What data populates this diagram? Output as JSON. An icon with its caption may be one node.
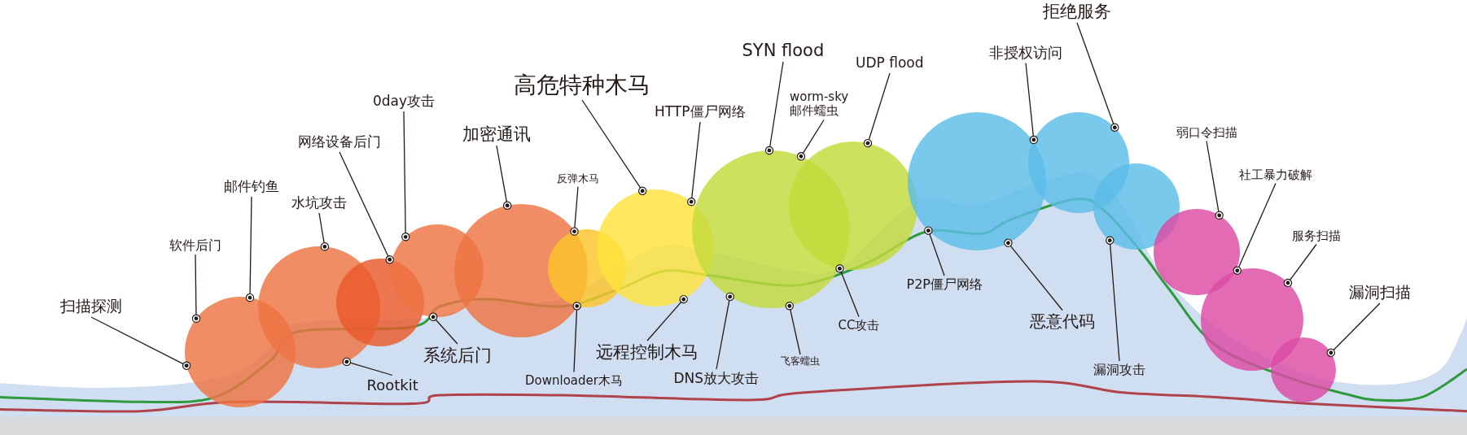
{
  "diagram": {
    "nodes": [
      {
        "text": [
          "扫描探测"
        ]
      },
      {
        "text": [
          "软件后门"
        ]
      },
      {
        "text": [
          "邮件钓鱼"
        ]
      },
      {
        "text": [
          "水坑攻击"
        ]
      },
      {
        "text": [
          "网络设备后门"
        ]
      },
      {
        "text": [
          "Rootkit"
        ]
      },
      {
        "text": [
          "0day攻击"
        ]
      },
      {
        "text": [
          "系统后门"
        ]
      },
      {
        "text": [
          "加密通讯"
        ]
      },
      {
        "text": [
          "反弹木马"
        ]
      },
      {
        "text": [
          "Downloader木马"
        ]
      },
      {
        "text": [
          "高危特种木马"
        ]
      },
      {
        "text": [
          "远程控制木马"
        ]
      },
      {
        "text": [
          "HTTP僵尸网络"
        ]
      },
      {
        "text": [
          "DNS放大攻击"
        ]
      },
      {
        "text": [
          "SYN flood"
        ]
      },
      {
        "text": [
          "worm-sky 邮件蠕虫"
        ]
      },
      {
        "text": [
          "飞客蠕虫"
        ]
      },
      {
        "text": [
          "UDP flood"
        ]
      },
      {
        "text": [
          "CC攻击"
        ]
      },
      {
        "text": [
          "P2P僵尸网络"
        ]
      },
      {
        "text": [
          "非授权访问"
        ]
      },
      {
        "text": [
          "拒绝服务"
        ]
      },
      {
        "text": [
          "恶意代码"
        ]
      },
      {
        "text": [
          "漏洞攻击"
        ]
      },
      {
        "text": [
          "弱口令扫描"
        ]
      },
      {
        "text": [
          "社工暴力破解"
        ]
      },
      {
        "text": [
          "服务扫描"
        ]
      },
      {
        "text": [
          "漏洞扫描"
        ]
      },
      {
        "text": [],
        "shape": "circle"
      },
      {
        "text": [],
        "shape": "circle"
      },
      {
        "text": [],
        "shape": "circle"
      },
      {
        "text": [],
        "shape": "circle"
      },
      {
        "text": [],
        "shape": "circle"
      },
      {
        "text": [],
        "shape": "circle"
      },
      {
        "text": [],
        "shape": "circle"
      },
      {
        "text": [],
        "shape": "circle"
      },
      {
        "text": [],
        "shape": "circle"
      },
      {
        "text": [],
        "shape": "circle"
      },
      {
        "text": [],
        "shape": "circle"
      },
      {
        "text": [],
        "shape": "circle"
      },
      {
        "text": [],
        "shape": "circle"
      },
      {
        "text": [],
        "shape": "circle"
      },
      {
        "text": [],
        "shape": "circle"
      }
    ],
    "edges": [
      {
        "from": 0,
        "to": 29,
        "arrow": "other"
      },
      {
        "from": 1,
        "to": 29,
        "arrow": "other"
      },
      {
        "from": 2,
        "to": 29,
        "arrow": "other"
      },
      {
        "from": 3,
        "to": 30,
        "arrow": "other"
      },
      {
        "from": 4,
        "to": 31,
        "arrow": "other"
      },
      {
        "from": 5,
        "to": 30,
        "arrow": "other"
      },
      {
        "from": 6,
        "to": 32,
        "arrow": "other"
      },
      {
        "from": 7,
        "to": 32,
        "arrow": "other"
      },
      {
        "from": 8,
        "to": 33,
        "arrow": "other"
      },
      {
        "from": 9,
        "to": 34,
        "arrow": "other"
      },
      {
        "from": 10,
        "to": 34,
        "arrow": "other"
      },
      {
        "from": 11,
        "to": 35,
        "arrow": "other"
      },
      {
        "from": 12,
        "to": 35,
        "arrow": "other"
      },
      {
        "from": 13,
        "to": 35,
        "arrow": "other"
      },
      {
        "from": 14,
        "to": 36,
        "arrow": "other"
      },
      {
        "from": 15,
        "to": 36,
        "arrow": "other"
      },
      {
        "from": 16,
        "to": 36,
        "arrow": "other"
      },
      {
        "from": 17,
        "to": 36,
        "arrow": "other"
      },
      {
        "from": 18,
        "to": 37,
        "arrow": "other"
      },
      {
        "from": 19,
        "to": 37,
        "arrow": "other"
      },
      {
        "from": 20,
        "to": 38,
        "arrow": "other"
      },
      {
        "from": 21,
        "to": 39,
        "arrow": "other"
      },
      {
        "from": 22,
        "to": 39,
        "arrow": "other"
      },
      {
        "from": 23,
        "to": 38,
        "arrow": "other"
      },
      {
        "from": 24,
        "to": 40,
        "arrow": "other"
      },
      {
        "from": 25,
        "to": 41,
        "arrow": "other"
      },
      {
        "from": 26,
        "to": 42,
        "arrow": "other"
      },
      {
        "from": 27,
        "to": 42,
        "arrow": "other"
      },
      {
        "from": 28,
        "to": 43,
        "arrow": "other"
      }
    ]
  }
}
